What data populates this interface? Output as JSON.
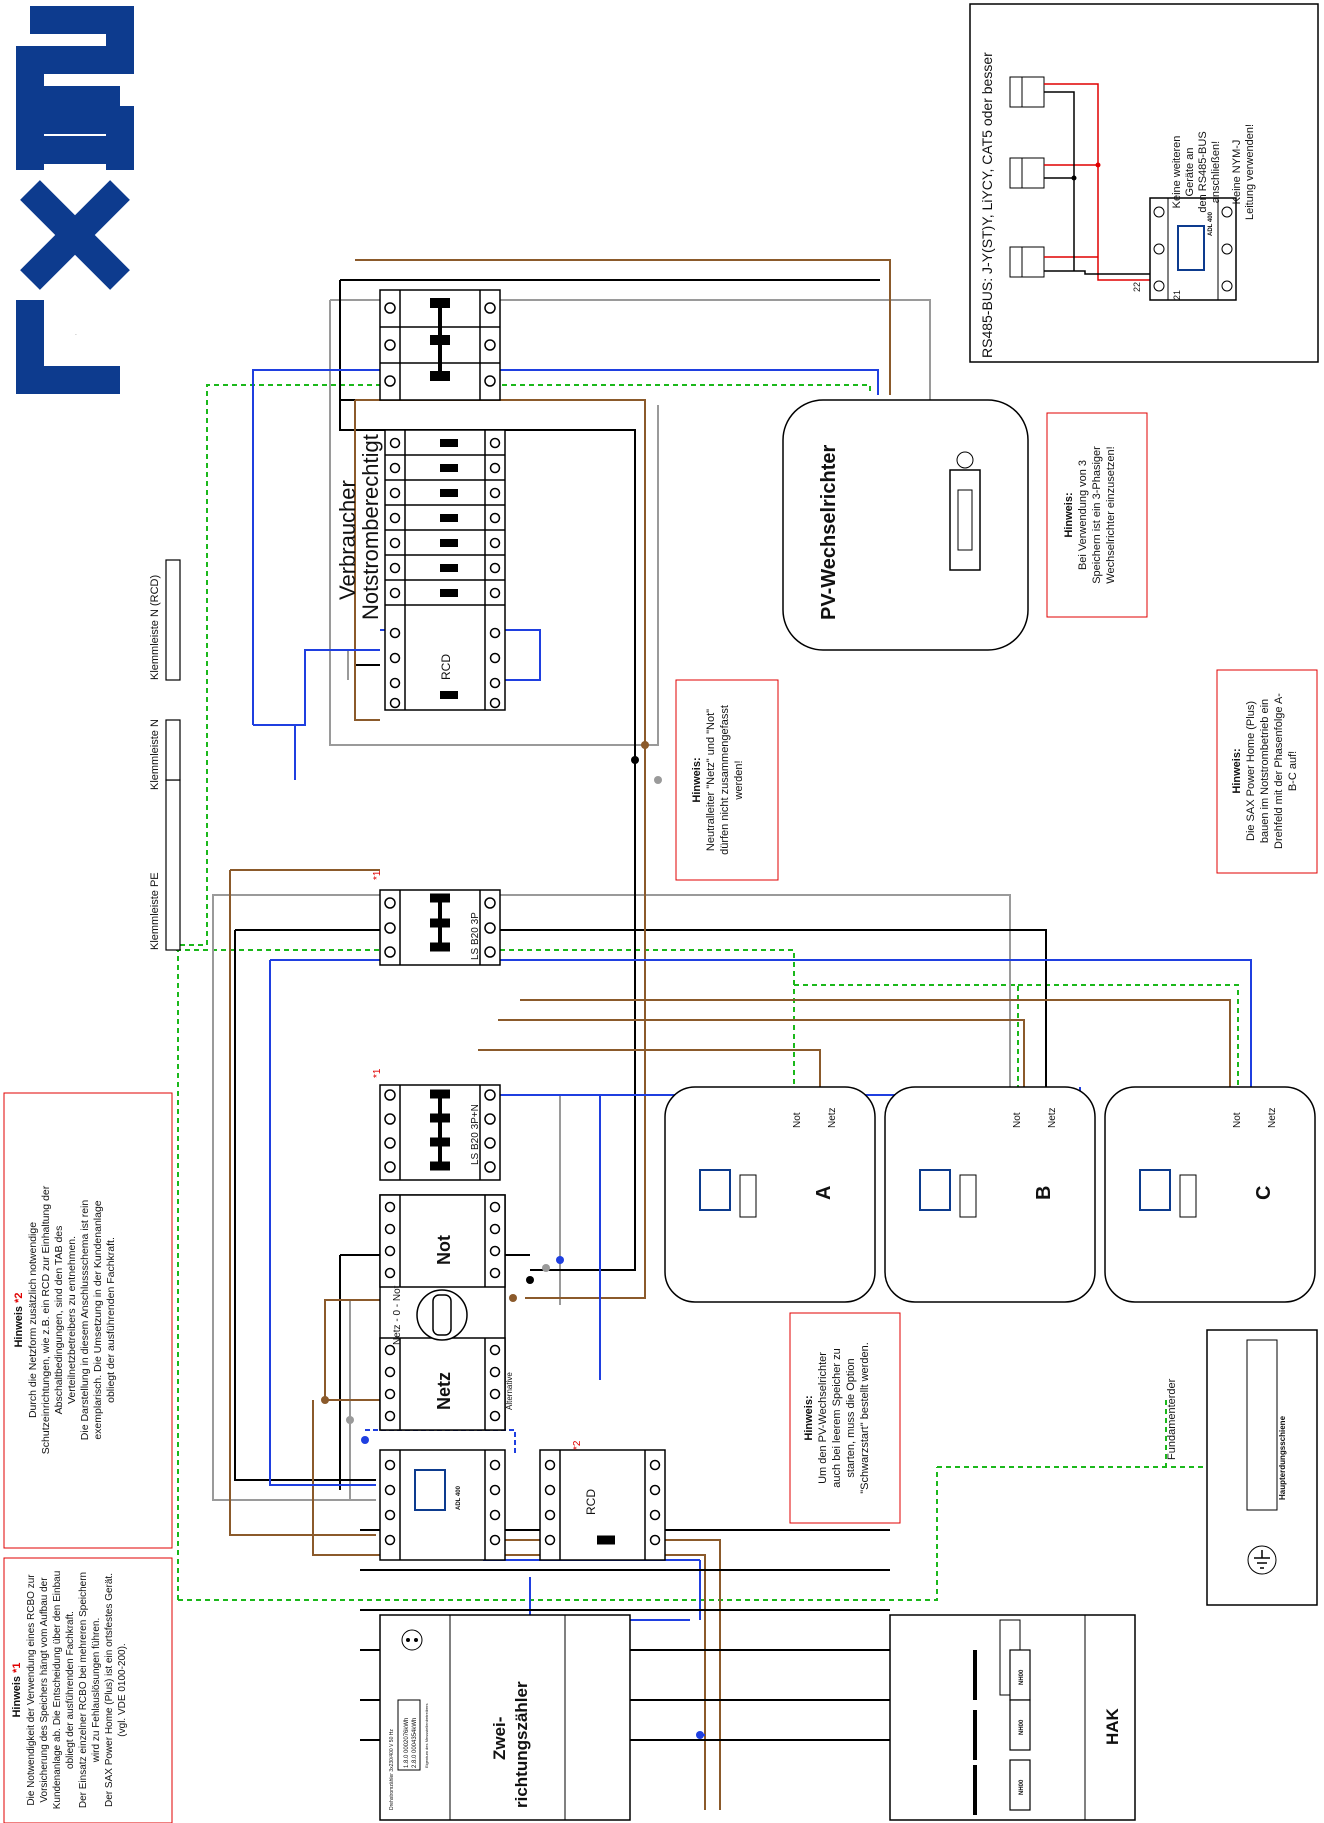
{
  "brand": {
    "logo_text": "SAX",
    "logo_color": "#0d3b8e"
  },
  "colors": {
    "brown": "#8b5a2b",
    "black": "#000000",
    "grey": "#9a9a9a",
    "blue": "#1f3fe0",
    "pe_green": "#1bb81b",
    "red": "#e00000"
  },
  "rs485": {
    "title": "RS485-BUS: J-Y(ST)Y, LiYCY, CAT5 oder besser",
    "note1": [
      "Keine weiteren",
      "Geräte an",
      "den RS485-BUS",
      "anschließen!"
    ],
    "note2": [
      "Keine NYM-J",
      "Leitung verwenden!"
    ],
    "terminal_21": "21",
    "terminal_22": "22",
    "meter_model": "ADL 400"
  },
  "hints": {
    "h1_title": "Hinweis ",
    "h1_mark": "*1",
    "h1_lines": [
      "Die Notwendigkeit der Verwendung eines RCBO zur",
      "Vorsicherung des Speichers hängt vom Aufbau der",
      "Kundenanlage ab. Die Entscheidung über den Einbau",
      "obliegt der ausführenden Fachkraft.",
      "Der Einsatz einzelner RCBO bei mehreren Speichern",
      "wird zu Fehlauslösungen führen.",
      "Der SAX Power Home (Plus) ist ein ortsfestes Gerät.",
      "(vgl. VDE 0100-200)."
    ],
    "h2_title": "Hinweis ",
    "h2_mark": "*2",
    "h2_lines": [
      "Durch die Netzform zusätzlich notwendige",
      "Schutzeinrichtungen, wie z.B. ein RCD zur Einhaltung der",
      "Abschaltbedingungen, sind den TAB des",
      "Verteilnetzbetreibers zu entnehmen.",
      "Die Darstellung in diesem Anschlussschema ist rein",
      "exemplarisch. Die Umsetzung in der Kundenanlage",
      "obliegt der ausführenden Fachkraft."
    ],
    "neutral_title": "Hinweis:",
    "neutral_lines": [
      "Neutralleiter \"Netz\" und \"Not\"",
      "dürfen nicht zusammengefasst",
      "werden!"
    ],
    "pv_start_title": "Hinweis:",
    "pv_start_lines": [
      "Um den PV-Wechselrichter",
      "auch bei leerem Speicher zu",
      "starten, muss die Option",
      "\"Schwarzstart\" bestellt werden."
    ],
    "three_phase_title": "Hinweis:",
    "three_phase_lines": [
      "Bei Verwendung von 3",
      "Speichern ist ein 3-Phasiger",
      "Wechselrichter einzusetzen!"
    ],
    "phase_order_title": "Hinweis:",
    "phase_order_lines": [
      "Die SAX Power Home (Plus)",
      "bauen im Notstrombetrieb ein",
      "Drehfeld mit der Phasenfolge A-",
      "B-C auf!"
    ]
  },
  "labels": {
    "pv_inverter": "PV-Wechselrichter",
    "consumers_line1": "Verbraucher",
    "consumers_line2": "Notstromberechtigt",
    "rcd": "RCD",
    "rcd_main": "RCD",
    "rcd_mark": "*2",
    "terminal_pe": "Klemmleiste PE",
    "terminal_n": "Klemmleiste N",
    "terminal_n_rcd": "Klemmleiste N (RCD)",
    "ls_3p": "LS B20 3P",
    "ls_3pn": "LS B20 3P+N",
    "ls_mark": "*1",
    "switch_netz": "Netz",
    "switch_not": "Not",
    "switch_positions": "Netz - 0 - Not",
    "alternative": "Alternative",
    "meter_model": "ADL 400",
    "counter_line1": "Zwei-",
    "counter_line2": "richtungszähler",
    "counter_type": "Drehstromzähler 3x230/400 V 50 Hz",
    "counter_val1": "1.8.0   0002076kWh",
    "counter_val2": "2.8.0   0004354kWh",
    "counter_owner": "Eigentum des Messstellenbetreibers",
    "hak": "HAK",
    "nh": "NH00",
    "fundament": "Fundamenterder",
    "busbar": "Haupterdungsschiene",
    "port_not": "Not",
    "port_netz": "Netz",
    "battery_A": "A",
    "battery_B": "B",
    "battery_C": "C"
  }
}
